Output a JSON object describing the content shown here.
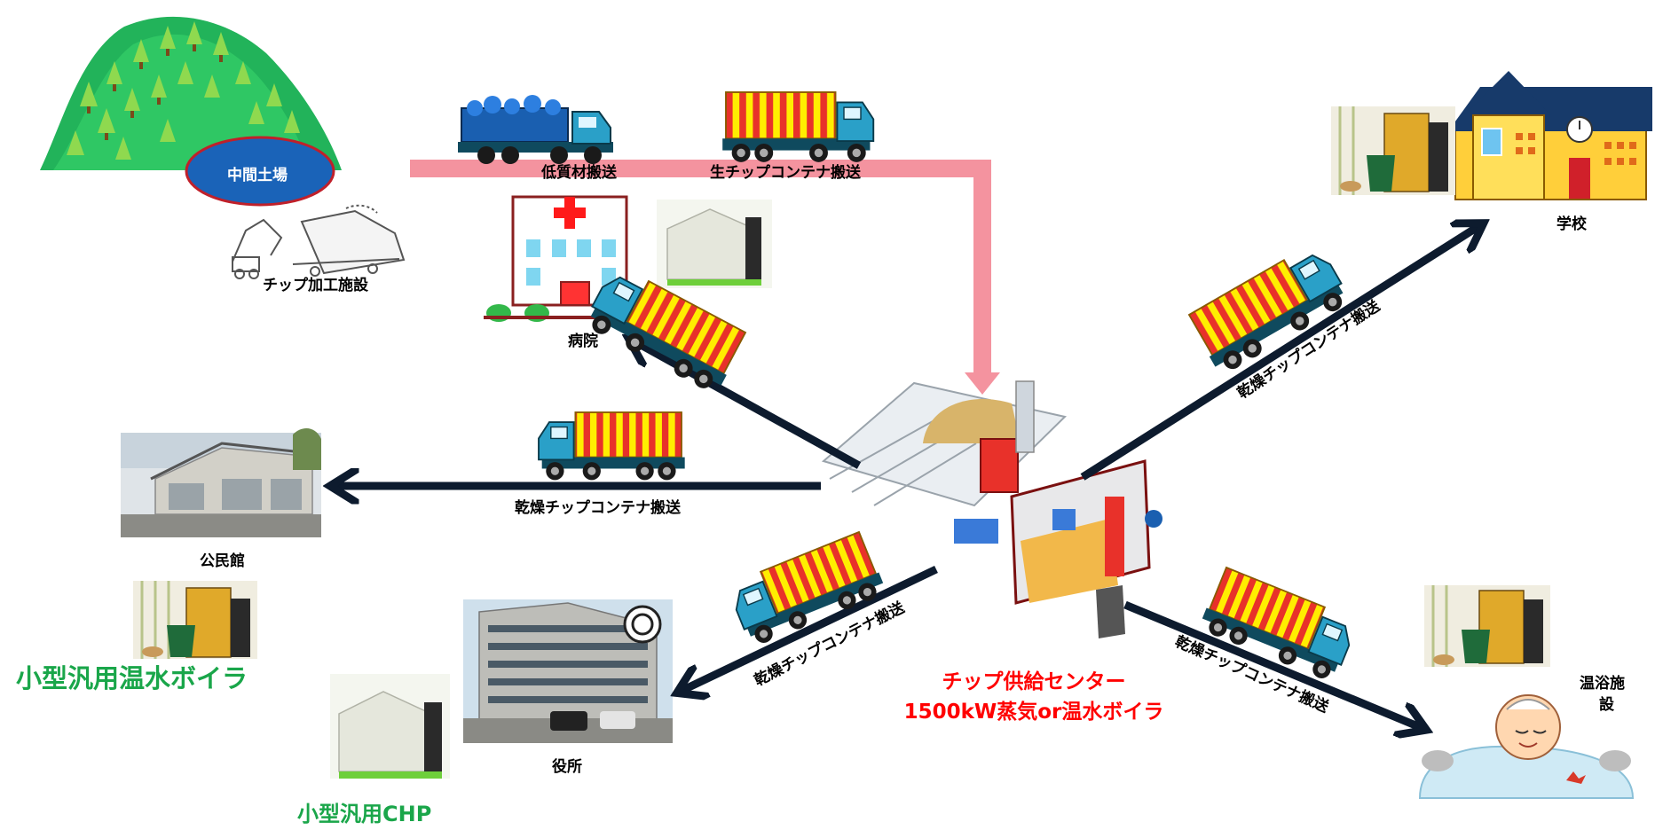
{
  "labels": {
    "intermediate_yard": "中間土場",
    "chip_processing": "チップ加工施設",
    "low_quality_transport": "低質材搬送",
    "raw_chip_transport": "生チップコンテナ搬送",
    "hospital": "病院",
    "community_center": "公民館",
    "city_hall": "役所",
    "school": "学校",
    "hot_spring_line1": "温浴施",
    "hot_spring_line2": "設",
    "dry_chip_transport": "乾燥チップコンテナ搬送",
    "small_boiler": "小型汎用温水ボイラ",
    "small_chp": "小型汎用CHP",
    "center_line1": "チップ供給センター",
    "center_line2": "1500kW蒸気or温水ボイラ"
  },
  "colors": {
    "pink_flow": "#f4939f",
    "dark_arrow": "#0d1b2e",
    "label_green": "#1aa64a",
    "label_red": "#ff0000",
    "container_yellow": "#ffee00",
    "container_red": "#e8312a",
    "truck_cab": "#2aa0c8"
  }
}
